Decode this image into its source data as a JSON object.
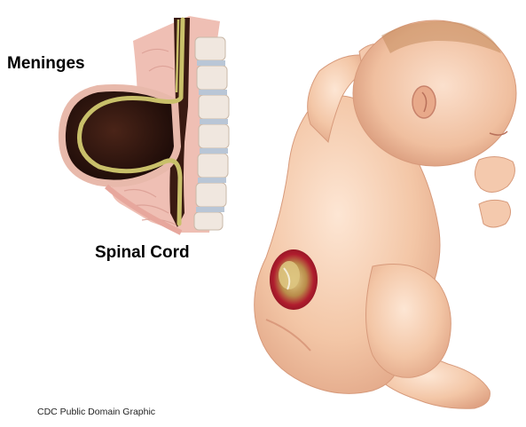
{
  "labels": {
    "meninges": "Meninges",
    "spinal_cord": "Spinal Cord",
    "credit": "CDC Public Domain Graphic"
  },
  "colors": {
    "background": "#ffffff",
    "skin": "#f3c9ab",
    "skin_shadow": "#dc9f80",
    "skin_highlight": "#fbe3d1",
    "hair": "#c48c5e",
    "lesion_outer": "#a2182a",
    "lesion_inner": "#d8c27a",
    "sac_dark": "#2a1410",
    "nerve": "#c9c06a",
    "vertebra": "#f0e7df",
    "tissue_pink": "#efbfb4"
  },
  "icons": {
    "cross_section": "spinal-cross-section-illustration",
    "infant": "infant-back-illustration"
  }
}
